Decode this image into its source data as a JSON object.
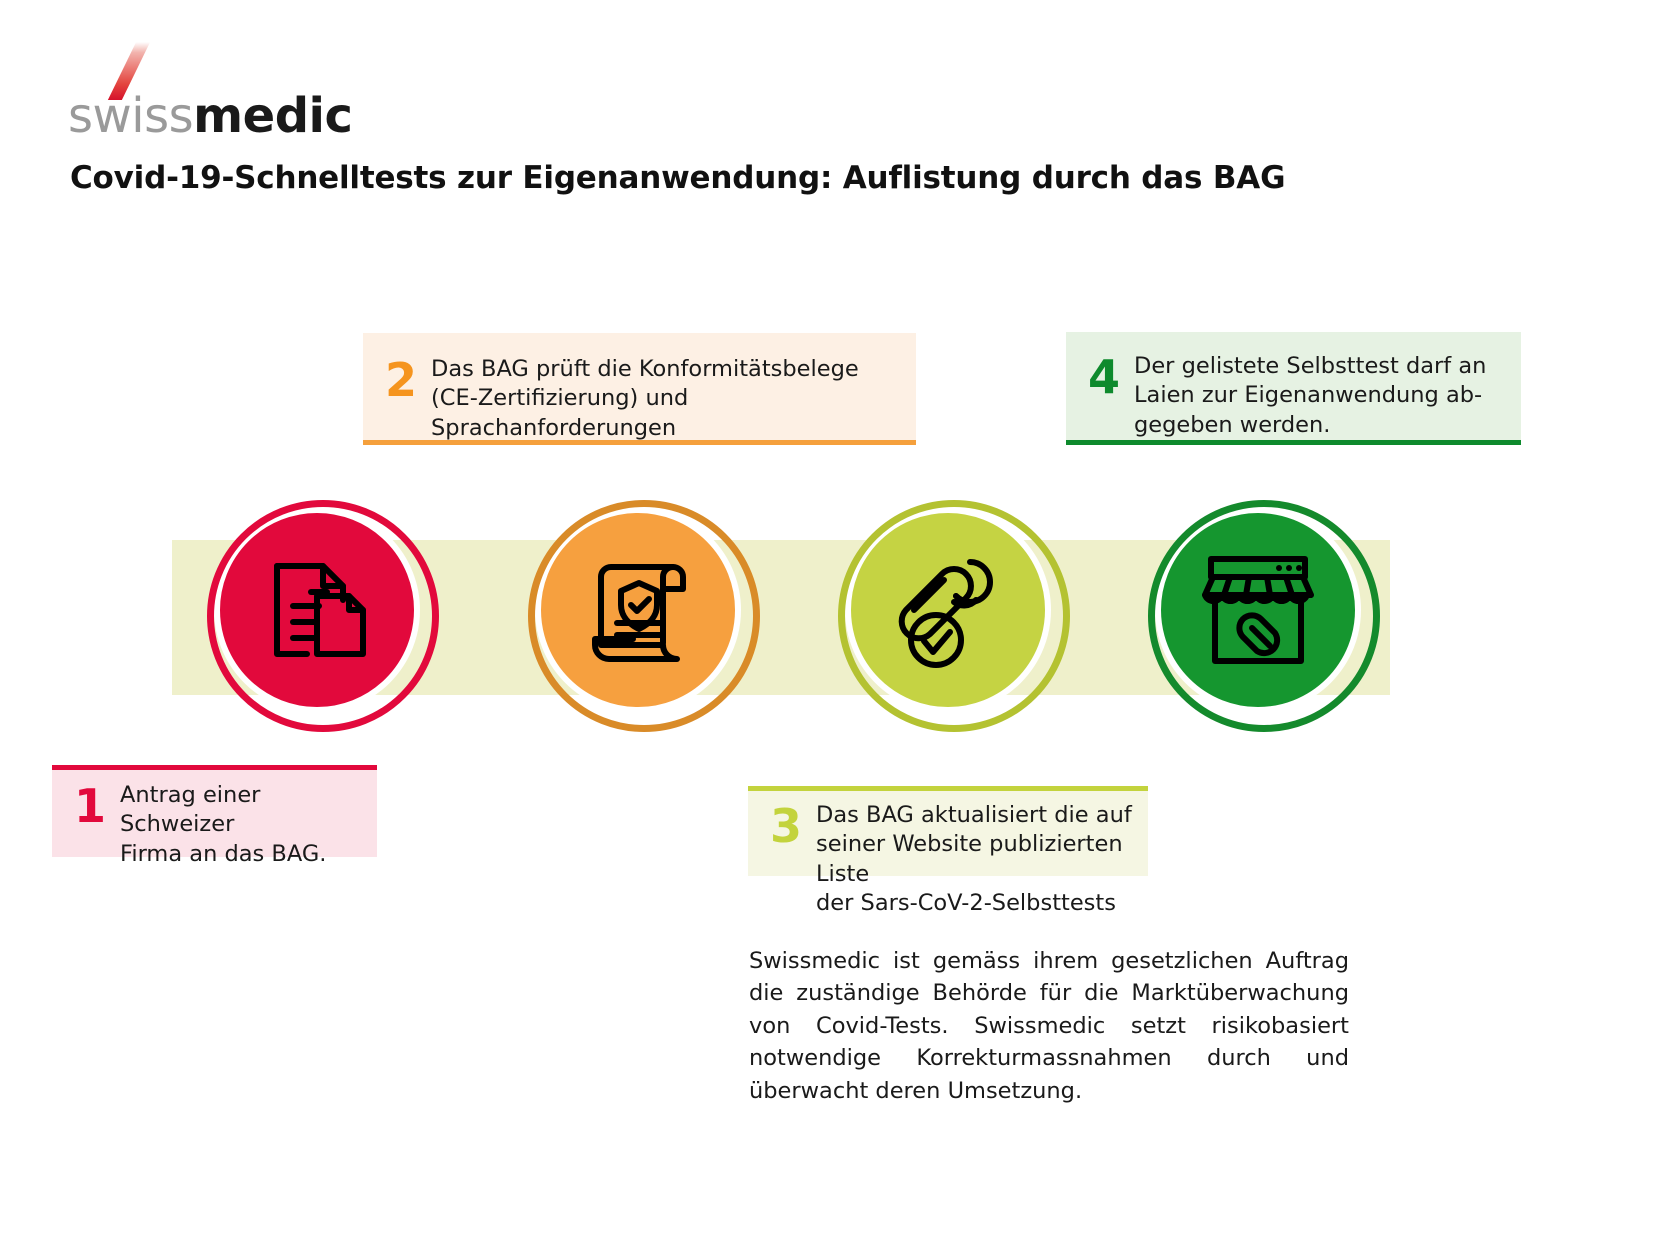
{
  "logo": {
    "name": "swissmedic",
    "word_light": "swiss",
    "word_bold": "medic",
    "accent_color": "#d6122b"
  },
  "title": "Covid-19-Schnelltests zur Eigenanwendung: Auflistung durch das BAG",
  "band_color": "#eff0cb",
  "steps": [
    {
      "number": "1",
      "text": "Antrag einer Schweizer\nFirma an das BAG.",
      "accent_color": "#e2093c",
      "background_color": "#fbe2e8",
      "bar_position": "top",
      "icon": "documents-icon"
    },
    {
      "number": "2",
      "text": "Das BAG prüft die Konformitätsbelege\n(CE-Zertifizierung) und Sprachanforderungen",
      "accent_color": "#f5941e",
      "background_color": "#fdf0e4",
      "bar_position": "bottom",
      "icon": "certificate-shield-icon"
    },
    {
      "number": "3",
      "text": "Das BAG aktualisiert die auf\nseiner Website publizierten Liste\nder Sars-CoV-2-Selbsttests",
      "accent_color": "#c3d33d",
      "background_color": "#f5f6e3",
      "bar_position": "top",
      "icon": "click-check-icon"
    },
    {
      "number": "4",
      "text": "Der gelistete Selbsttest darf an\nLaien zur Eigenanwendung ab-\ngegeben werden.",
      "accent_color": "#0e8a2d",
      "background_color": "#e6f2e3",
      "bar_position": "bottom",
      "icon": "pharmacy-shop-icon"
    }
  ],
  "footnote": "Swissmedic ist gemäss ihrem gesetzlichen Auftrag die zuständige Behörde für die Marktüberwachung von Covid-Tests. Swissmedic setzt risikobasiert notwendige Korrekturmassnahmen durch und überwacht deren Umsetzung."
}
